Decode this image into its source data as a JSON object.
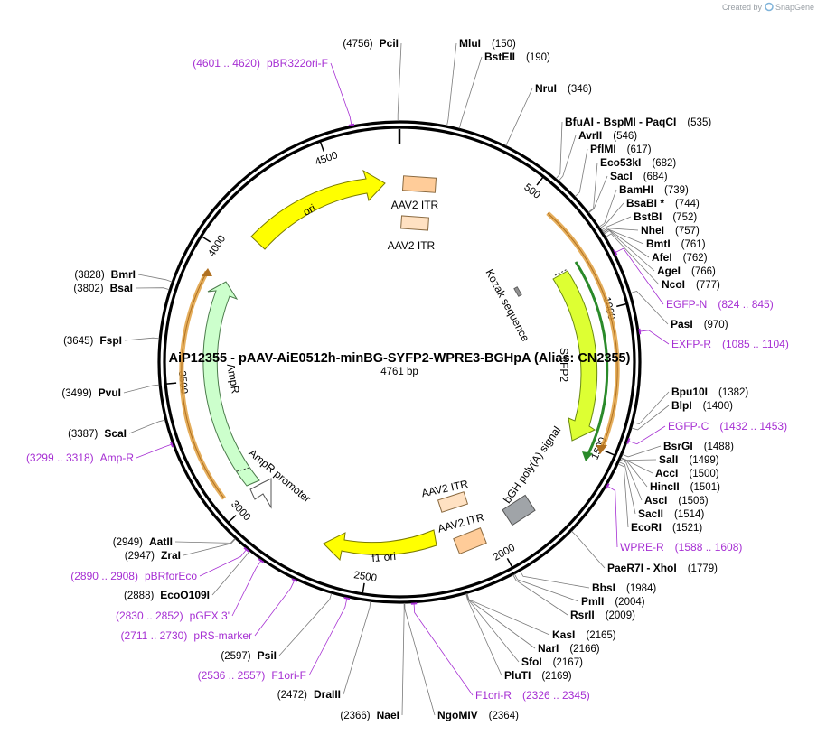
{
  "credit": {
    "created_by": "Created by",
    "brand": "SnapGene"
  },
  "plasmid": {
    "title": "AiP12355 - pAAV-AiE0512h-minBG-SYFP2-WPRE3-BGHpA (Alias: CN2355)",
    "length_label": "4761 bp",
    "length": 4761
  },
  "ticks": [
    {
      "label": "500",
      "pos": 500
    },
    {
      "label": "1000",
      "pos": 1000
    },
    {
      "label": "1500",
      "pos": 1500
    },
    {
      "label": "2000",
      "pos": 2000
    },
    {
      "label": "2500",
      "pos": 2500
    },
    {
      "label": "3000",
      "pos": 3000
    },
    {
      "label": "3500",
      "pos": 3500
    },
    {
      "label": "4000",
      "pos": 4000
    },
    {
      "label": "4500",
      "pos": 4500
    }
  ],
  "sites": [
    {
      "name": "PciI",
      "pos": "(4756)",
      "bp": 4756,
      "side": "left"
    },
    {
      "name": "MluI",
      "pos": "(150)",
      "bp": 150,
      "side": "right"
    },
    {
      "name": "BstEII",
      "pos": "(190)",
      "bp": 190,
      "side": "right"
    },
    {
      "name": "NruI",
      "pos": "(346)",
      "bp": 346,
      "side": "right"
    },
    {
      "name": "BfuAI  - BspMI  - PaqCI",
      "pos": "(535)",
      "bp": 535,
      "side": "right"
    },
    {
      "name": "AvrII",
      "pos": "(546)",
      "bp": 546,
      "side": "right"
    },
    {
      "name": "PflMI",
      "pos": "(617)",
      "bp": 617,
      "side": "right"
    },
    {
      "name": "Eco53kI",
      "pos": "(682)",
      "bp": 682,
      "side": "right"
    },
    {
      "name": "SacI",
      "pos": "(684)",
      "bp": 684,
      "side": "right"
    },
    {
      "name": "BamHI",
      "pos": "(739)",
      "bp": 739,
      "side": "right"
    },
    {
      "name": "BsaBI *",
      "pos": "(744)",
      "bp": 744,
      "side": "right"
    },
    {
      "name": "BstBI",
      "pos": "(752)",
      "bp": 752,
      "side": "right"
    },
    {
      "name": "NheI",
      "pos": "(757)",
      "bp": 757,
      "side": "right"
    },
    {
      "name": "BmtI",
      "pos": "(761)",
      "bp": 761,
      "side": "right"
    },
    {
      "name": "AfeI",
      "pos": "(762)",
      "bp": 762,
      "side": "right"
    },
    {
      "name": "AgeI",
      "pos": "(766)",
      "bp": 766,
      "side": "right"
    },
    {
      "name": "NcoI",
      "pos": "(777)",
      "bp": 777,
      "side": "right"
    },
    {
      "name": "PasI",
      "pos": "(970)",
      "bp": 970,
      "side": "right"
    },
    {
      "name": "Bpu10I",
      "pos": "(1382)",
      "bp": 1382,
      "side": "right"
    },
    {
      "name": "BlpI",
      "pos": "(1400)",
      "bp": 1400,
      "side": "right"
    },
    {
      "name": "BsrGI",
      "pos": "(1488)",
      "bp": 1488,
      "side": "right"
    },
    {
      "name": "SalI",
      "pos": "(1499)",
      "bp": 1499,
      "side": "right"
    },
    {
      "name": "AccI",
      "pos": "(1500)",
      "bp": 1500,
      "side": "right"
    },
    {
      "name": "HincII",
      "pos": "(1501)",
      "bp": 1501,
      "side": "right"
    },
    {
      "name": "AscI",
      "pos": "(1506)",
      "bp": 1506,
      "side": "right"
    },
    {
      "name": "SacII",
      "pos": "(1514)",
      "bp": 1514,
      "side": "right"
    },
    {
      "name": "EcoRI",
      "pos": "(1521)",
      "bp": 1521,
      "side": "right"
    },
    {
      "name": "PaeR7I  - XhoI",
      "pos": "(1779)",
      "bp": 1779,
      "side": "right"
    },
    {
      "name": "BbsI",
      "pos": "(1984)",
      "bp": 1984,
      "side": "right"
    },
    {
      "name": "PmlI",
      "pos": "(2004)",
      "bp": 2004,
      "side": "right"
    },
    {
      "name": "RsrII",
      "pos": "(2009)",
      "bp": 2009,
      "side": "right"
    },
    {
      "name": "KasI",
      "pos": "(2165)",
      "bp": 2165,
      "side": "right"
    },
    {
      "name": "NarI",
      "pos": "(2166)",
      "bp": 2166,
      "side": "right"
    },
    {
      "name": "SfoI",
      "pos": "(2167)",
      "bp": 2167,
      "side": "right"
    },
    {
      "name": "PluTI",
      "pos": "(2169)",
      "bp": 2169,
      "side": "right"
    },
    {
      "name": "NgoMIV",
      "pos": "(2364)",
      "bp": 2364,
      "side": "right"
    },
    {
      "name": "NaeI",
      "pos": "(2366)",
      "bp": 2366,
      "side": "left"
    },
    {
      "name": "DraIII",
      "pos": "(2472)",
      "bp": 2472,
      "side": "left"
    },
    {
      "name": "PsiI",
      "pos": "(2597)",
      "bp": 2597,
      "side": "left"
    },
    {
      "name": "EcoO109I",
      "pos": "(2888)",
      "bp": 2888,
      "side": "left"
    },
    {
      "name": "ZraI",
      "pos": "(2947)",
      "bp": 2947,
      "side": "left"
    },
    {
      "name": "AatII",
      "pos": "(2949)",
      "bp": 2949,
      "side": "left"
    },
    {
      "name": "ScaI",
      "pos": "(3387)",
      "bp": 3387,
      "side": "left"
    },
    {
      "name": "PvuI",
      "pos": "(3499)",
      "bp": 3499,
      "side": "left"
    },
    {
      "name": "FspI",
      "pos": "(3645)",
      "bp": 3645,
      "side": "left"
    },
    {
      "name": "BsaI",
      "pos": "(3802)",
      "bp": 3802,
      "side": "left"
    },
    {
      "name": "BmrI",
      "pos": "(3828)",
      "bp": 3828,
      "side": "left"
    }
  ],
  "primers": [
    {
      "name": "pBR322ori-F",
      "pos": "(4601 .. 4620)",
      "bp": 4610,
      "side": "left"
    },
    {
      "name": "EGFP-N",
      "pos": "(824 .. 845)",
      "bp": 834,
      "side": "right"
    },
    {
      "name": "EXFP-R",
      "pos": "(1085 .. 1104)",
      "bp": 1094,
      "side": "right"
    },
    {
      "name": "EGFP-C",
      "pos": "(1432 .. 1453)",
      "bp": 1442,
      "side": "right"
    },
    {
      "name": "WPRE-R",
      "pos": "(1588 .. 1608)",
      "bp": 1598,
      "side": "right"
    },
    {
      "name": "F1ori-R",
      "pos": "(2326 .. 2345)",
      "bp": 2335,
      "side": "right"
    },
    {
      "name": "F1ori-F",
      "pos": "(2536 .. 2557)",
      "bp": 2546,
      "side": "left"
    },
    {
      "name": "pRS-marker",
      "pos": "(2711 .. 2730)",
      "bp": 2720,
      "side": "left"
    },
    {
      "name": "pGEX 3'",
      "pos": "(2830 .. 2852)",
      "bp": 2841,
      "side": "left"
    },
    {
      "name": "pBRforEco",
      "pos": "(2890 .. 2908)",
      "bp": 2899,
      "side": "left"
    },
    {
      "name": "Amp-R",
      "pos": "(3299 .. 3318)",
      "bp": 3308,
      "side": "left"
    }
  ],
  "features": [
    {
      "name": "ori",
      "color": "#ffff00"
    },
    {
      "name": "AmpR",
      "color": "#ccffcc"
    },
    {
      "name": "AmpR promoter",
      "color": "#ffffff"
    },
    {
      "name": "f1 ori",
      "color": "#ffff00"
    },
    {
      "name": "SYFP2",
      "color": "#ddff33"
    },
    {
      "name": "bGH poly(A) signal",
      "color": "#a0a4a8"
    },
    {
      "name": "Kozak sequence",
      "color": "#909090"
    },
    {
      "name": "AAV2 ITR",
      "color": "#ffcc99"
    }
  ],
  "colors": {
    "backbone": "#000000",
    "primer": "#a62fd3",
    "orf_outline": "#e0a040",
    "enzyme_line": "#7a7a7a"
  }
}
